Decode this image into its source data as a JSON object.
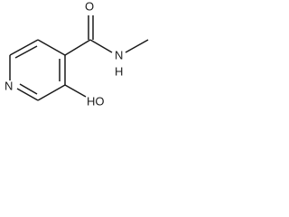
{
  "structure": {
    "atoms": {
      "carbonyl_oxygen": "O",
      "amide_nitrogen": "N",
      "amide_hydrogen": "H",
      "ring_nitrogen": "N",
      "hydroxyl": "HO"
    }
  }
}
